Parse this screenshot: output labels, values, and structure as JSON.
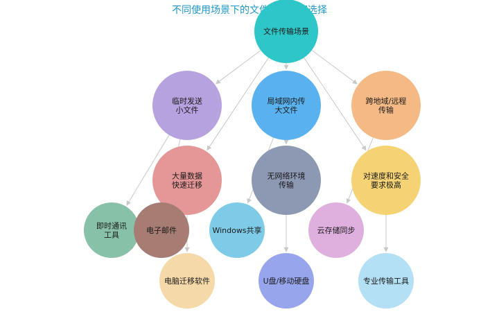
{
  "title": "不同使用场景下的文件传输方案选择",
  "nodes": [
    {
      "id": "root",
      "lines": [
        "文件传输场景"
      ],
      "color": "#2ec7c9"
    },
    {
      "id": "temp",
      "lines": [
        "临时发送",
        "小文件"
      ],
      "color": "#b6a2de"
    },
    {
      "id": "lan",
      "lines": [
        "局域网内传",
        "大文件"
      ],
      "color": "#5ab1ef"
    },
    {
      "id": "remote",
      "lines": [
        "跨地域/远程",
        "传输"
      ],
      "color": "#f5b986"
    },
    {
      "id": "migrate",
      "lines": [
        "大量数据",
        "快速迁移"
      ],
      "color": "#e59797"
    },
    {
      "id": "offline",
      "lines": [
        "无网络环境",
        "传输"
      ],
      "color": "#8d98b3"
    },
    {
      "id": "secure",
      "lines": [
        "对速度和安全",
        "要求极高"
      ],
      "color": "#f5d375"
    },
    {
      "id": "im",
      "lines": [
        "即时通讯",
        "工具"
      ],
      "color": "#87c1a8"
    },
    {
      "id": "email",
      "lines": [
        "电子邮件"
      ],
      "color": "#a67c73"
    },
    {
      "id": "winshare",
      "lines": [
        "Windows共享"
      ],
      "color": "#7ecbe8"
    },
    {
      "id": "cloud",
      "lines": [
        "云存储同步"
      ],
      "color": "#dfb0de"
    },
    {
      "id": "pcmigrate",
      "lines": [
        "电脑迁移软件"
      ],
      "color": "#f5d9a8"
    },
    {
      "id": "usb",
      "lines": [
        "U盘/移动硬盘"
      ],
      "color": "#97a6ec"
    },
    {
      "id": "pro",
      "lines": [
        "专业传输工具"
      ],
      "color": "#b3e0f5"
    }
  ],
  "edges": [
    [
      "root",
      "temp"
    ],
    [
      "root",
      "lan"
    ],
    [
      "root",
      "remote"
    ],
    [
      "root",
      "migrate"
    ],
    [
      "root",
      "secure"
    ],
    [
      "temp",
      "im"
    ],
    [
      "temp",
      "email"
    ],
    [
      "lan",
      "winshare"
    ],
    [
      "lan",
      "offline"
    ],
    [
      "remote",
      "cloud"
    ],
    [
      "migrate",
      "pcmigrate"
    ],
    [
      "offline",
      "usb"
    ],
    [
      "secure",
      "pro"
    ]
  ]
}
